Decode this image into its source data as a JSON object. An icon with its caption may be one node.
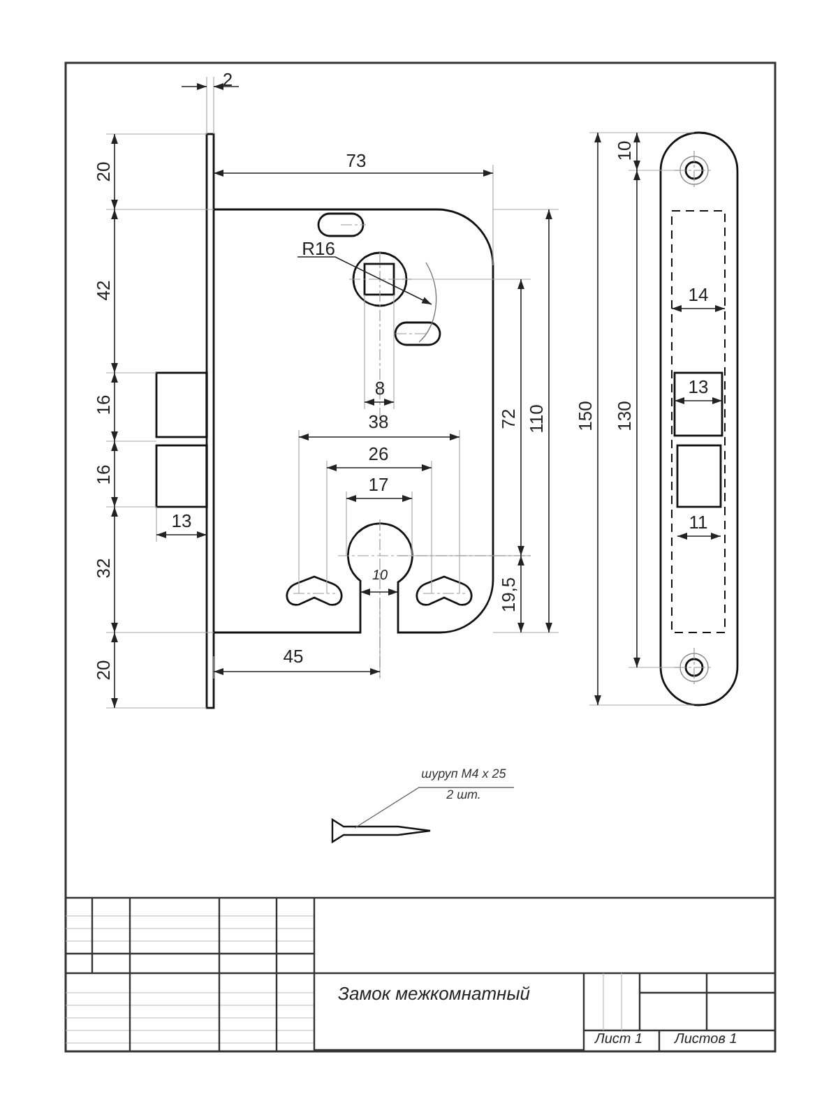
{
  "diagram": {
    "nodes": [
      {
        "text": [
          "шуруп М4 х 25",
          "2 шт."
        ]
      },
      {
        "text": [],
        "shape": "picture"
      }
    ],
    "edges": [
      {
        "from": 0,
        "to": 1,
        "arrow": "none"
      }
    ],
    "labels": [
      "2",
      "20",
      "73",
      "R16",
      "42",
      "8",
      "16",
      "38",
      "26",
      "16",
      "17",
      "13",
      "32",
      "10",
      "45",
      "20",
      "72",
      "110",
      "19,5",
      "150",
      "10",
      "130",
      "14",
      "13",
      "11",
      "Замок межкомнатный",
      "Лист 1",
      "Листов 1"
    ]
  }
}
